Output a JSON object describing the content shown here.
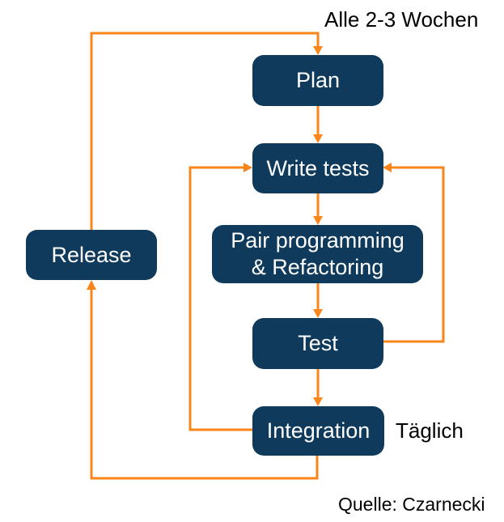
{
  "diagram": {
    "nodes": {
      "plan": {
        "label": "Plan"
      },
      "write_tests": {
        "label": "Write tests"
      },
      "pair_programming": {
        "lines": [
          "Pair programming",
          "& Refactoring"
        ]
      },
      "test": {
        "label": "Test"
      },
      "integration": {
        "label": "Integration"
      },
      "release": {
        "label": "Release"
      }
    },
    "annotations": {
      "cycle": "Alle 2-3 Wochen",
      "daily": "Täglich",
      "source": "Quelle: Czarnecki"
    },
    "colors": {
      "node_fill": "#0F3A5C",
      "node_text": "#FFFFFF",
      "arrow": "#F8861B",
      "label_text": "#000000",
      "background": "#FFFFFF"
    }
  }
}
